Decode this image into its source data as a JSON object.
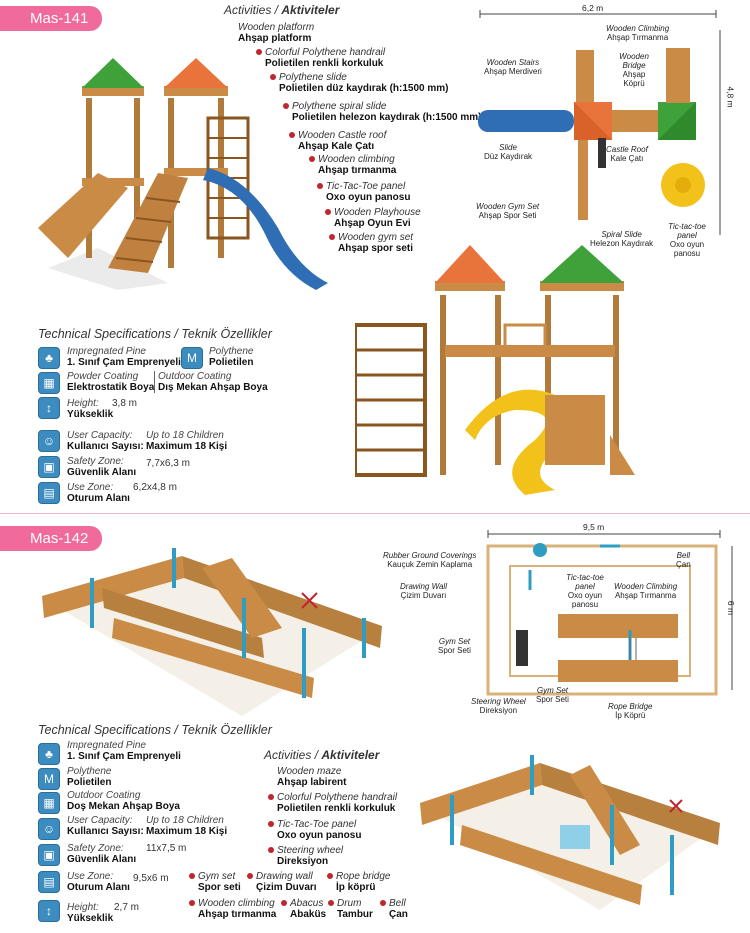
{
  "mas141": {
    "code": "Mas-141",
    "activities_title": {
      "en": "Activities",
      "sep": " / ",
      "tr": "Aktiviteler"
    },
    "activities": [
      {
        "en": "Wooden platform",
        "tr": "Ahşap platform",
        "dot": false
      },
      {
        "en": "Colorful Polythene handrail",
        "tr": "Polietilen renkli korkuluk",
        "dot": true
      },
      {
        "en": "Polythene slide",
        "tr": "Polietilen düz kaydırak (h:1500 mm)",
        "dot": true
      },
      {
        "en": "Polythene spiral slide",
        "tr": "Polietilen helezon kaydırak (h:1500 mm)",
        "dot": true
      },
      {
        "en": "Wooden Castle roof",
        "tr": "Ahşap Kale Çatı",
        "dot": true
      },
      {
        "en": "Wooden climbing",
        "tr": "Ahşap tırmanma",
        "dot": true
      },
      {
        "en": "Tic-Tac-Toe panel",
        "tr": "Oxo oyun panosu",
        "dot": true
      },
      {
        "en": "Wooden Playhouse",
        "tr": "Ahşap Oyun Evi",
        "dot": true
      },
      {
        "en": "Wooden gym set",
        "tr": "Ahşap spor seti",
        "dot": true
      }
    ],
    "specs_title": {
      "en": "Technical Specifications",
      "sep": " / ",
      "tr": "Teknik Özellikler"
    },
    "specs": {
      "material1_en": "Impregnated Pine",
      "material1_tr": "1. Sınıf Çam Emprenyeli",
      "material2_en": "Polythene",
      "material2_tr": "Polietilen",
      "coating1_en": "Powder Coating",
      "coating1_tr": "Elektrostatik Boya",
      "coating2_en": "Outdoor Coating",
      "coating2_tr": "Dış Mekan Ahşap Boya",
      "height_en": "Height:",
      "height_tr": "Yükseklik",
      "height_val": "3,8 m",
      "capacity_en": "User Capacity:",
      "capacity_tr": "Kullanıcı Sayısı:",
      "capacity_val_en": "Up to 18 Children",
      "capacity_val_tr": "Maximum 18 Kişi",
      "safety_en": "Safety Zone:",
      "safety_tr": "Güvenlik Alanı",
      "safety_val": "7,7x6,3 m",
      "use_en": "Use Zone:",
      "use_tr": "Oturum Alanı",
      "use_val": "6,2x4,8 m"
    },
    "plan": {
      "width": "6,2 m",
      "depth": "4,8 m",
      "labels": [
        {
          "en": "Wooden Stairs",
          "tr": "Ahşap Merdiveri"
        },
        {
          "en": "Wooden Climbing",
          "tr": "Ahşap Tırmanma"
        },
        {
          "en": "Wooden Bridge",
          "tr": "Ahşap Köprü"
        },
        {
          "en": "Slide",
          "tr": "Düz Kaydırak"
        },
        {
          "en": "Castle Roof",
          "tr": "Kale Çatı"
        },
        {
          "en": "Wooden Gym Set",
          "tr": "Ahşap Spor Seti"
        },
        {
          "en": "Spiral Slide",
          "tr": "Helezon Kaydırak"
        },
        {
          "en": "Tic-tac-toe panel",
          "tr": "Oxo oyun panosu"
        }
      ]
    }
  },
  "mas142": {
    "code": "Mas-142",
    "specs_title": {
      "en": "Technical Specifications",
      "sep": " / ",
      "tr": "Teknik Özellikler"
    },
    "specs": {
      "material1_en": "Impregnated Pine",
      "material1_tr": "1. Sınıf Çam Emprenyeli",
      "material2_en": "Polythene",
      "material2_tr": "Polietilen",
      "coating_en": "Outdoor Coating",
      "coating_tr": "Doş Mekan Ahşap Boya",
      "capacity_en": "User Capacity:",
      "capacity_tr": "Kullanıcı Sayısı:",
      "capacity_val_en": "Up to 18 Children",
      "capacity_val_tr": "Maximum 18 Kişi",
      "safety_en": "Safety Zone:",
      "safety_tr": "Güvenlik Alanı",
      "safety_val": "11x7,5 m",
      "use_en": "Use Zone:",
      "use_tr": "Oturum Alanı",
      "use_val": "9,5x6 m",
      "height_en": "Height:",
      "height_tr": "Yükseklik",
      "height_val": "2,7 m"
    },
    "activities_title": {
      "en": "Activities",
      "sep": " / ",
      "tr": "Aktiviteler"
    },
    "activities": [
      {
        "en": "Wooden maze",
        "tr": "Ahşap labirent"
      },
      {
        "en": "Colorful Polythene handrail",
        "tr": "Polietilen renkli korkuluk"
      },
      {
        "en": "Tic-Tac-Toe panel",
        "tr": "Oxo oyun panosu"
      },
      {
        "en": "Steering wheel",
        "tr": "Direksiyon"
      }
    ],
    "activities_row": [
      {
        "en": "Gym set",
        "tr": "Spor seti"
      },
      {
        "en": "Drawing wall",
        "tr": "Çizim Duvarı"
      },
      {
        "en": "Rope bridge",
        "tr": "İp köprü"
      }
    ],
    "activities_row2": [
      {
        "en": "Wooden climbing",
        "tr": "Ahşap tırmanma"
      },
      {
        "en": "Abacus",
        "tr": "Abaküs"
      },
      {
        "en": "Drum",
        "tr": "Tambur"
      },
      {
        "en": "Bell",
        "tr": "Çan"
      }
    ],
    "plan": {
      "width": "9,5 m",
      "depth": "6 m",
      "labels": [
        {
          "en": "Rubber Ground Coverings",
          "tr": "Kauçuk Zemin Kaplama"
        },
        {
          "en": "Bell",
          "tr": "Çan"
        },
        {
          "en": "Drawing Wall",
          "tr": "Çizim Duvarı"
        },
        {
          "en": "Tic-tac-toe panel",
          "tr": "Oxo oyun panosu"
        },
        {
          "en": "Wooden Climbing",
          "tr": "Ahşap Tırmanma"
        },
        {
          "en": "Gym Set",
          "tr": "Spor Seti"
        },
        {
          "en": "Gym Set",
          "tr": "Spor Seti"
        },
        {
          "en": "Steering Wheel",
          "tr": "Direksiyon"
        },
        {
          "en": "Rope Bridge",
          "tr": "İp Köprü"
        }
      ]
    }
  }
}
